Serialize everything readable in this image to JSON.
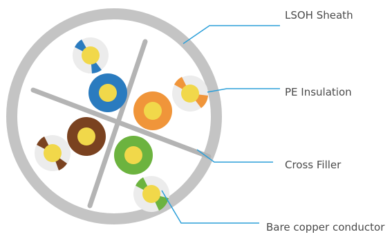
{
  "labels": {
    "sheath": "LSOH Sheath",
    "insulation": "PE Insulation",
    "filler": "Cross Filler",
    "conductor": "Bare copper conductor"
  },
  "colors": {
    "sheath": "#c4c4c4",
    "filler": "#b4b4b4",
    "leader_line": "#2b9fd9",
    "text": "#4a4a4a",
    "conductor": "#f1d84a",
    "blue": "#2a7bbf",
    "orange": "#f0953a",
    "brown": "#7a4220",
    "green": "#6cb33f",
    "white_stripe": "#ececec"
  },
  "pairs": [
    {
      "name": "blue",
      "solid": "blue",
      "striped": "blue-white"
    },
    {
      "name": "orange",
      "solid": "orange",
      "striped": "orange-white"
    },
    {
      "name": "brown",
      "solid": "brown",
      "striped": "brown-white"
    },
    {
      "name": "green",
      "solid": "green",
      "striped": "green-white"
    }
  ]
}
